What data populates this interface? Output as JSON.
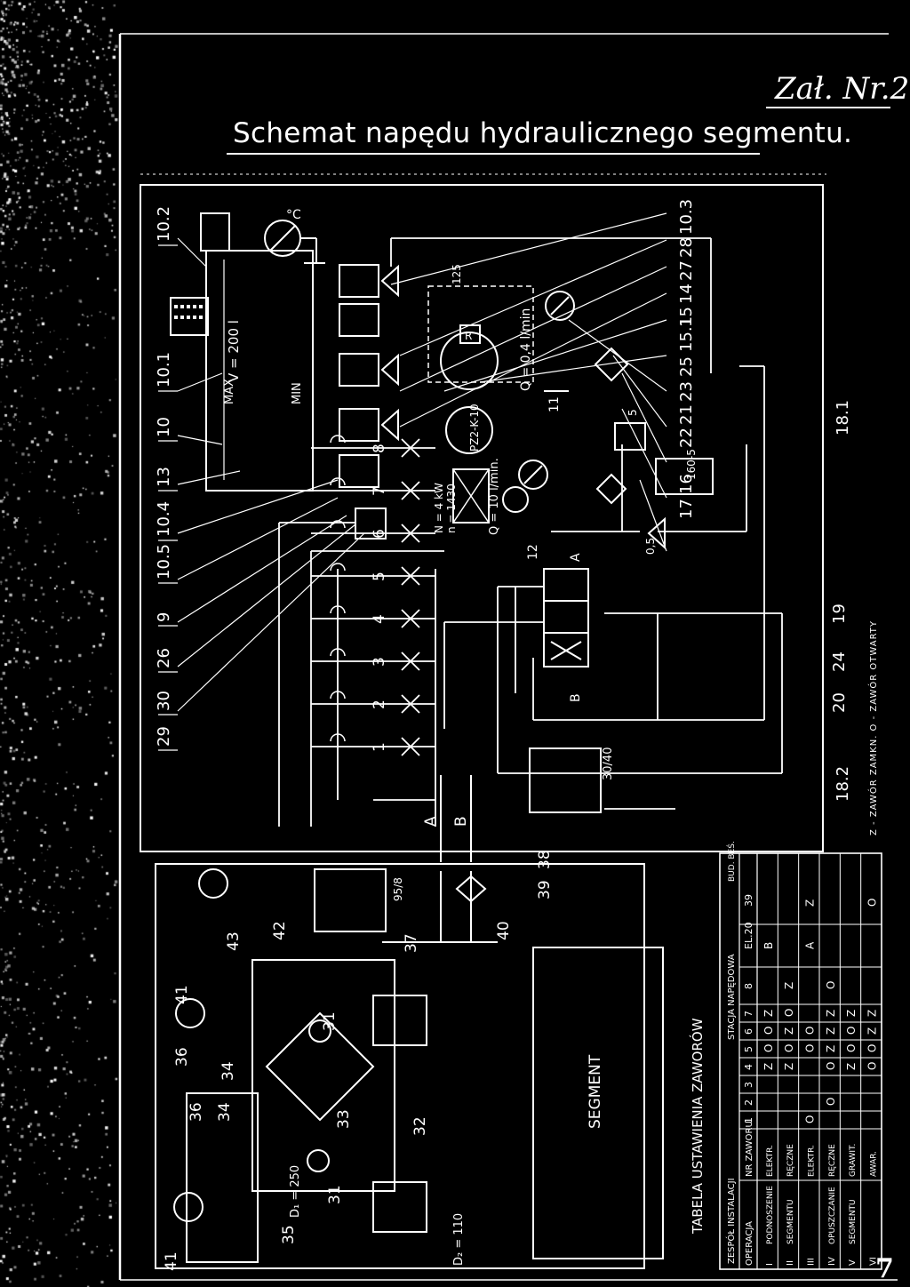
{
  "title": "Schemat napędu hydraulicznego segmentu.",
  "attachment": "Zał. Nr.2",
  "page_number": "7",
  "component_labels_top": [
    "10.2",
    "10.1",
    "10",
    "13",
    "10.4",
    "10.5",
    "9",
    "26",
    "30",
    "29"
  ],
  "component_labels_right": [
    "10.3",
    "28",
    "27",
    "14",
    "15",
    "15.1",
    "25",
    "23",
    "21",
    "22",
    "16",
    "17"
  ],
  "component_labels_bottom": [
    "18.1",
    "19",
    "24",
    "20",
    "18.2"
  ],
  "valve_numbers": [
    "1",
    "2",
    "3",
    "4",
    "5",
    "6",
    "7",
    "8"
  ],
  "tank": {
    "max": "MAX",
    "min": "MIN",
    "volume": "V = 200 l"
  },
  "motor": {
    "power": "N = 4 kW",
    "speed": "n = 1430"
  },
  "pump": {
    "label": "PZ2-K-10",
    "flow": "Q = 10 l/min."
  },
  "small_pump": {
    "flow": "Q = 0,4 l/min"
  },
  "pressure_values": {
    "p125": "125",
    "p160": "160-5",
    "p0_5": "0,5",
    "p30": "30/40",
    "p95": "95/8"
  },
  "lines": {
    "a": "A",
    "b": "B",
    "dir_a": "A",
    "dir_b": "B"
  },
  "marks": {
    "v11": "11",
    "v12": "12",
    "temp": "°C",
    "r": "R"
  },
  "side_note": "Z - ZAWÓR ZAMKN.    O - ZAWÓR OTWARTY",
  "lower_labels": [
    "41",
    "36",
    "34",
    "35",
    "31",
    "33",
    "32",
    "36",
    "34",
    "41",
    "31",
    "43",
    "42",
    "37",
    "40",
    "39",
    "38"
  ],
  "cylinders": {
    "d1": "D₁ = 250",
    "d2": "D₂ = 110"
  },
  "segment": "SEGMENT",
  "table": {
    "title": "TABELA USTAWIENIA ZAWORÓW",
    "group_installation": "ZESPÓŁ INSTALACJI",
    "group_station": "STACJA NAPĘDOWA",
    "group_bud": "BUD. BEŚ.",
    "headers": [
      "OPERACJA",
      "NR ZAWORU",
      "1",
      "2",
      "3",
      "4",
      "5",
      "6",
      "7",
      "8",
      "EL.20",
      "39"
    ],
    "rows": [
      {
        "no": "I",
        "op": "PODNOSZENIE",
        "mode": "ELEKTR.",
        "vals": [
          "",
          "",
          "",
          "Z",
          "O",
          "O",
          "Z",
          "",
          "B",
          ""
        ]
      },
      {
        "no": "II",
        "op": "SEGMENTU",
        "mode": "RĘCZNE",
        "vals": [
          "",
          "",
          "",
          "Z",
          "O",
          "Z",
          "O",
          "Z",
          "",
          ""
        ]
      },
      {
        "no": "III",
        "op": "",
        "mode": "ELEKTR.",
        "vals": [
          "O",
          "",
          "",
          "",
          "O",
          "O",
          "",
          "",
          "A",
          "Z"
        ]
      },
      {
        "no": "IV",
        "op": "OPUSZCZANIE",
        "mode": "RĘCZNE",
        "vals": [
          "",
          "O",
          "",
          "O",
          "Z",
          "Z",
          "Z",
          "O",
          "",
          ""
        ]
      },
      {
        "no": "V",
        "op": "SEGMENTU",
        "mode": "GRAWIT.",
        "vals": [
          "",
          "",
          "",
          "Z",
          "O",
          "O",
          "Z",
          "",
          "",
          ""
        ]
      },
      {
        "no": "VI",
        "op": "",
        "mode": "AWAR.",
        "vals": [
          "",
          "",
          "",
          "O",
          "O",
          "Z",
          "Z",
          "",
          "",
          "O"
        ]
      }
    ]
  }
}
